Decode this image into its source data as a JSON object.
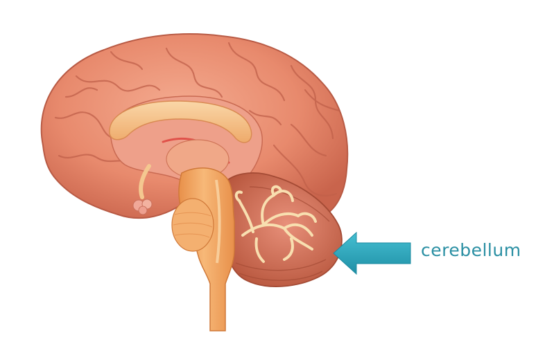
{
  "label": {
    "text": "cerebellum",
    "color": "#2a8fa3"
  },
  "arrow": {
    "color": "#2aa3b8",
    "direction": "left",
    "points_to": "cerebellum"
  },
  "colors": {
    "cortex": "#e88a6d",
    "cortex_dark": "#c9644c",
    "cortex_light": "#f4ab90",
    "corpus_callosum": "#f6c08a",
    "brainstem": "#f2a35e",
    "cerebellum": "#d9745b",
    "arbor_vitae": "#f8dfb0"
  }
}
